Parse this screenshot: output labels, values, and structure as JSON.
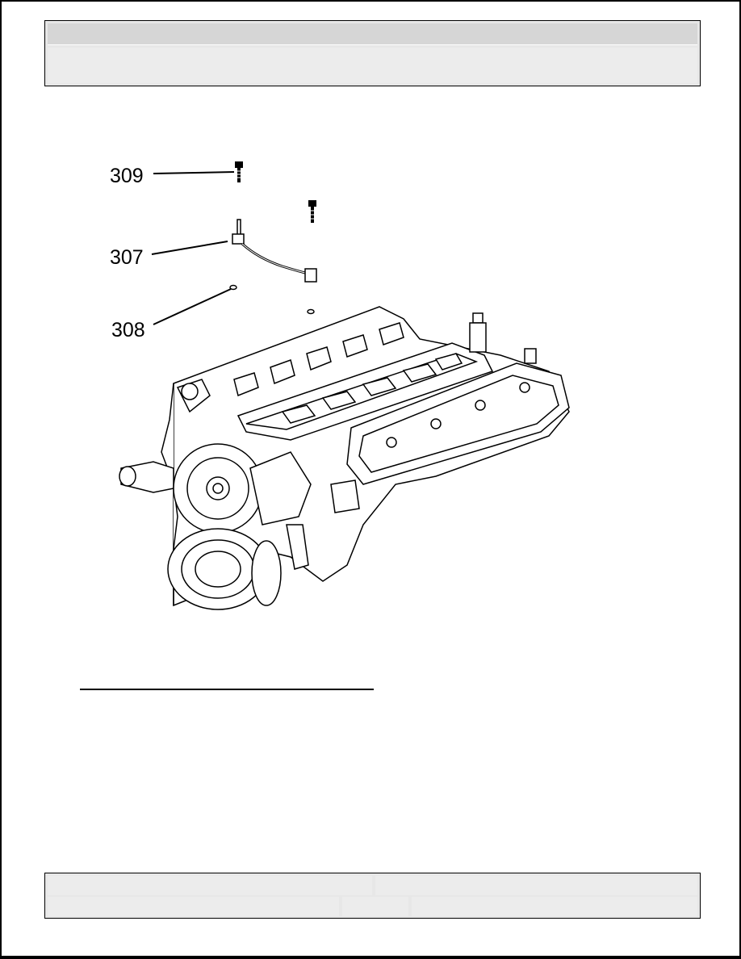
{
  "header": {
    "title_row": "",
    "subtitle_row": ""
  },
  "figure": {
    "callouts": [
      {
        "id": "309",
        "label": "309"
      },
      {
        "id": "307",
        "label": "307"
      },
      {
        "id": "308",
        "label": "308"
      }
    ]
  },
  "footer": {
    "cells": [
      "",
      "",
      "",
      "",
      ""
    ]
  }
}
